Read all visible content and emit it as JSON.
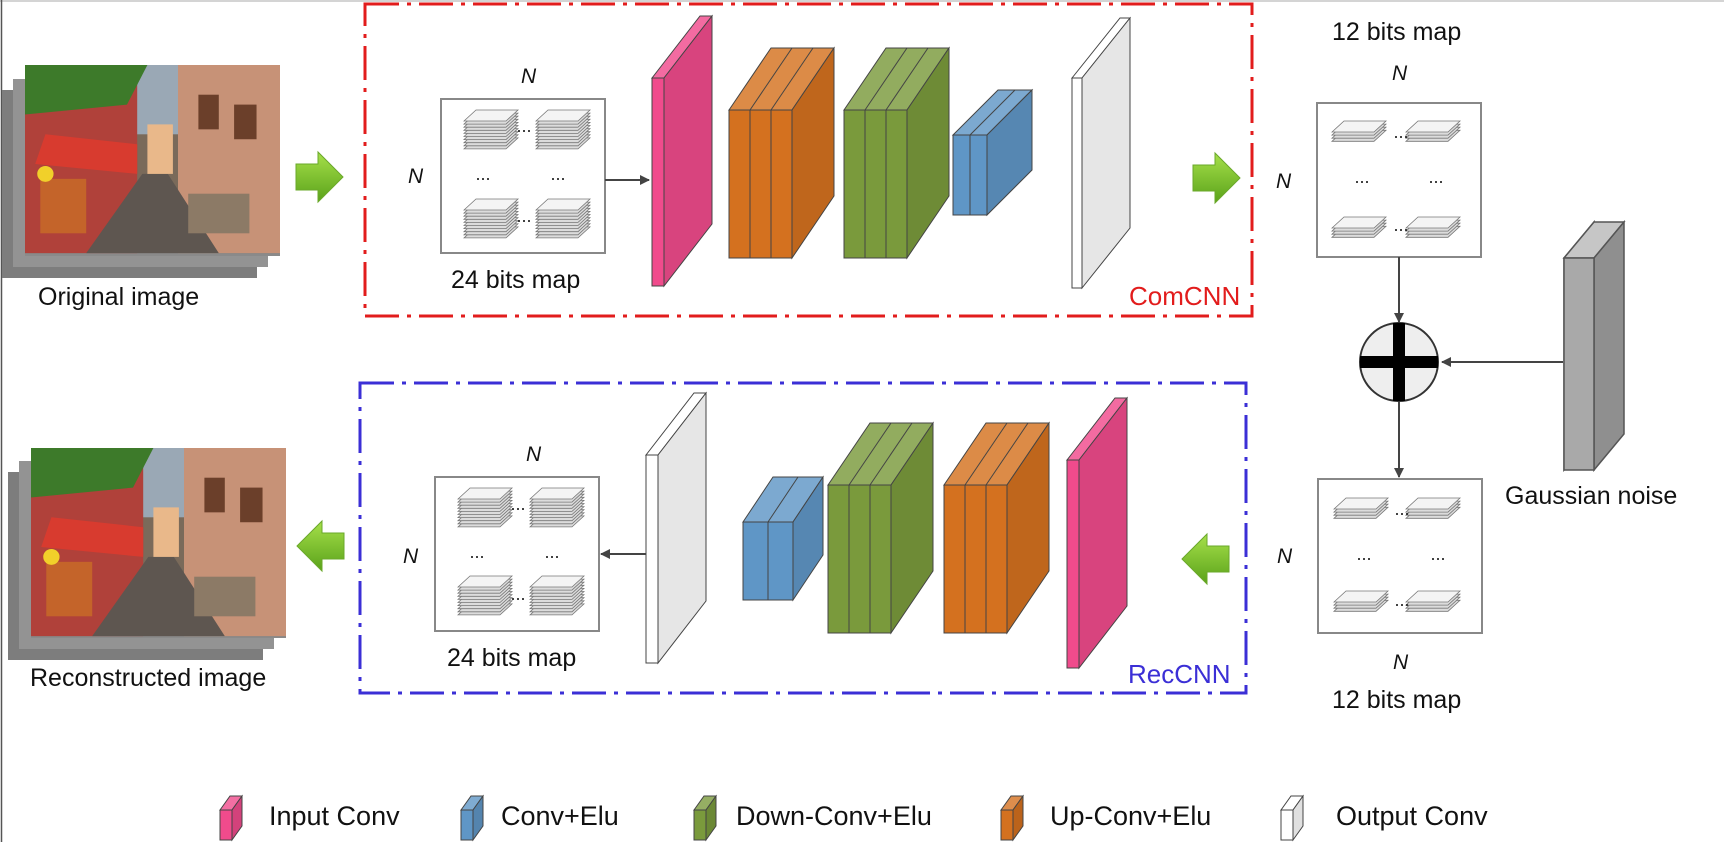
{
  "images": {
    "original_label": "Original image",
    "reconstructed_label": "Reconstructed image"
  },
  "comcnn": {
    "name": "ComCNN",
    "color": "#e21c1c",
    "input_map": {
      "label": "24 bits map",
      "dim_top": "N",
      "dim_left": "N"
    }
  },
  "reccnn": {
    "name": "RecCNN",
    "color": "#3b2fd6",
    "output_map": {
      "label": "24 bits map",
      "dim_top": "N",
      "dim_left": "N"
    }
  },
  "compressed_map": {
    "label": "12 bits map",
    "dim_top": "N",
    "dim_left": "N"
  },
  "noisy_map": {
    "label": "12 bits map",
    "dim_bottom": "N",
    "dim_left": "N"
  },
  "noise": {
    "label": "Gaussian noise"
  },
  "ellipsis": "...",
  "legend": [
    {
      "label": "Input Conv",
      "color": "#f04b8c"
    },
    {
      "label": "Conv+Elu",
      "color": "#5f96c6"
    },
    {
      "label": "Down-Conv+Elu",
      "color": "#7a9a3c"
    },
    {
      "label": "Up-Conv+Elu",
      "color": "#d4711f"
    },
    {
      "label": "Output Conv",
      "color": "#ffffff"
    }
  ],
  "colors": {
    "input_conv": "#f04b8c",
    "conv_elu": "#5f96c6",
    "down_conv": "#7a9a3c",
    "up_conv": "#d4711f",
    "output_conv": "#ffffff",
    "arrow_green": "#7cc42a",
    "noise_gray": "#a9a9a9"
  }
}
